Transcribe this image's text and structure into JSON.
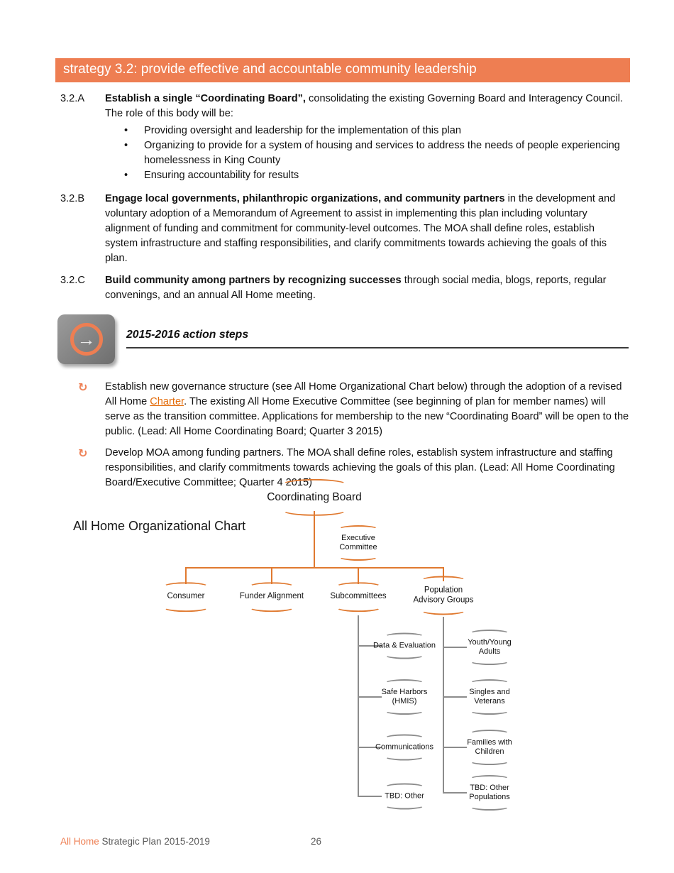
{
  "banner": {
    "title": "strategy 3.2: provide effective and accountable community leadership"
  },
  "items": [
    {
      "label": "3.2.A",
      "bold": "Establish a single “Coordinating Board”,",
      "text": " consolidating the existing Governing Board and Interagency Council. The role of this body will be:",
      "bullets": [
        "Providing oversight and leadership for the implementation of this plan",
        "Organizing to provide for a system of housing and services to address the needs of people experiencing homelessness in King County",
        "Ensuring accountability for results"
      ]
    },
    {
      "label": "3.2.B",
      "bold": "Engage local governments, philanthropic organizations, and community partners",
      "text": " in the development and voluntary adoption of a Memorandum of Agreement to assist in implementing this plan including voluntary alignment of funding and commitment for community-level outcomes. The MOA shall define roles, establish system infrastructure and staffing responsibilities, and clarify commitments towards achieving the goals of this plan."
    },
    {
      "label": "3.2.C",
      "bold": "Build community among partners by recognizing successes",
      "text": " through social media, blogs, reports, regular convenings, and an annual All Home meeting."
    }
  ],
  "action_steps": {
    "heading": "2015-2016 action steps",
    "steps": [
      {
        "pre": "Establish new governance structure (see All Home Organizational Chart below) through the adoption of a revised All Home ",
        "link": "Charter",
        "post": ".  The existing All Home Executive Committee (see beginning of plan for member names) will serve as the transition committee. Applications for membership to the new “Coordinating Board” will be open to the public. (Lead: All Home Coordinating Board; Quarter 3 2015)"
      },
      {
        "pre": "Develop MOA among funding partners. The MOA shall define roles, establish system infrastructure and staffing responsibilities, and clarify commitments towards achieving the goals of this plan. (Lead: All Home Coordinating Board/Executive Committee; Quarter 4 2015)"
      }
    ]
  },
  "org_chart": {
    "title": "All Home Organizational Chart",
    "root": "Coordinating Board",
    "executive": "Executive Committee",
    "branches": [
      "Consumer",
      "Funder Alignment",
      "Subcommittees",
      "Population Advisory Groups"
    ],
    "subcommittee_children": [
      "Data & Evaluation",
      "Safe Harbors (HMIS)",
      "Communications",
      "TBD: Other"
    ],
    "population_children": [
      "Youth/Young Adults",
      "Singles and Veterans",
      "Families with Children",
      "TBD: Other Populations"
    ]
  },
  "footer": {
    "brand": "All Home",
    "rest": " Strategic Plan 2015-2019",
    "page_number": "26"
  },
  "colors": {
    "accent_orange": "#EE7E52",
    "chart_orange": "#E0792F",
    "chart_gray": "#8C8C8C",
    "link_color": "#E36C0A"
  }
}
